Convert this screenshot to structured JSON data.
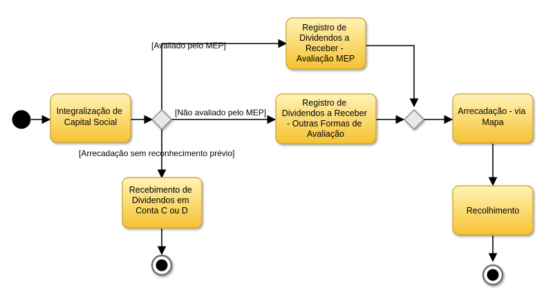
{
  "colors": {
    "activity_top": "#fff3b6",
    "activity_bottom": "#f6c232",
    "activity_border": "#c89d25",
    "decision_fill": "#e8e8e8",
    "decision_border": "#8a8a8a",
    "edge": "#000000"
  },
  "activities": [
    {
      "id": "integralizacao",
      "lines": [
        "Integralização de",
        "Capital Social"
      ]
    },
    {
      "id": "registro-mep",
      "lines": [
        "Registro de",
        "Dividendos a",
        "Receber -",
        "Avaliação MEP"
      ]
    },
    {
      "id": "registro-outras",
      "lines": [
        "Registro de",
        "Dividendos a Receber",
        "- Outras Formas de",
        "Avaliação"
      ]
    },
    {
      "id": "recebimento",
      "lines": [
        "Recebimento de",
        "Dividendos em",
        "Conta C ou D"
      ]
    },
    {
      "id": "arrecadacao",
      "lines": [
        "Arrecadação - via",
        "Mapa"
      ]
    },
    {
      "id": "recolhimento",
      "lines": [
        "Recolhimento"
      ]
    }
  ],
  "guards": {
    "avaliado": "[Avaliado pelo MEP]",
    "nao_avaliado": "[Não avaliado pelo MEP]",
    "sem_reconhecimento": "[Arrecadação sem reconhecimento prévio]"
  }
}
